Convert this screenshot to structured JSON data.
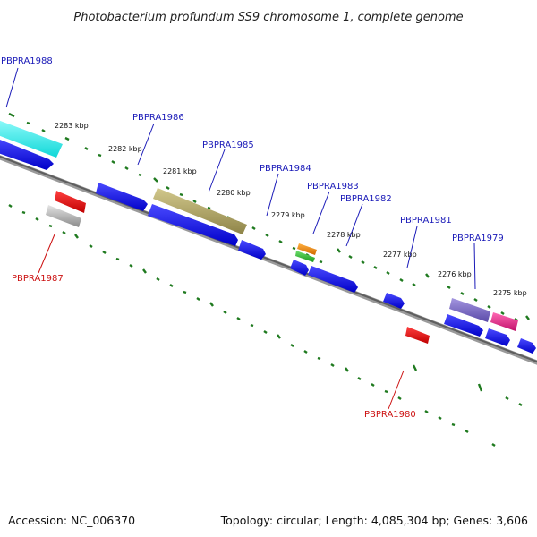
{
  "title": "Photobacterium profundum SS9 chromosome 1, complete genome",
  "footer": {
    "accession": "Accession: NC_006370",
    "info": "Topology: circular; Length: 4,085,304 bp; Genes: 3,606"
  },
  "ticks": [
    "2283 kbp",
    "2282 kbp",
    "2281 kbp",
    "2280 kbp",
    "2279 kbp",
    "2278 kbp",
    "2277 kbp",
    "2276 kbp",
    "2275 kbp"
  ],
  "gene_labels": [
    {
      "text": "PBPRA1988",
      "color": "#1a1ab8"
    },
    {
      "text": "PBPRA1986",
      "color": "#1a1ab8"
    },
    {
      "text": "PBPRA1985",
      "color": "#1a1ab8"
    },
    {
      "text": "PBPRA1984",
      "color": "#1a1ab8"
    },
    {
      "text": "PBPRA1983",
      "color": "#1a1ab8"
    },
    {
      "text": "PBPRA1982",
      "color": "#1a1ab8"
    },
    {
      "text": "PBPRA1981",
      "color": "#1a1ab8"
    },
    {
      "text": "PBPRA1979",
      "color": "#1a1ab8"
    },
    {
      "text": "PBPRA1987",
      "color": "#cc1111"
    },
    {
      "text": "PBPRA1980",
      "color": "#cc1111"
    }
  ],
  "colors": {
    "axis": "#7a7a7a",
    "tick": "#1f7a1f",
    "forward_gene": "#0a0af0",
    "reverse_gene": "#e01010",
    "cyan_gene": "#22e8e8",
    "olive_gene": "#b8ad6a",
    "purple_gene": "#8070cc",
    "pink_gene": "#e61e8c",
    "orange_gene": "#f08c10",
    "green_gene": "#30c030",
    "gray_gene": "#b4b4b4"
  }
}
